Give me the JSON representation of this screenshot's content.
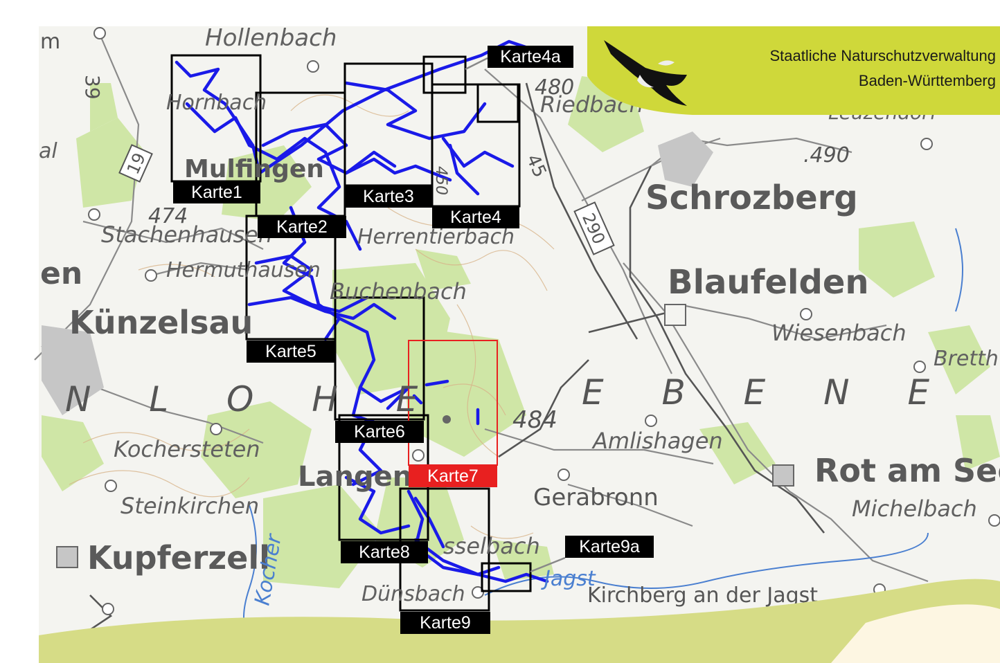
{
  "header": {
    "org_line1": "Staatliche Naturschutzverwaltung",
    "org_line2": "Baden-Württemberg",
    "logo_icon": "eagle-icon"
  },
  "colors": {
    "route": "#1a1ae8",
    "highlight": "#e82020",
    "forest": "#cfe6a6",
    "banner": "#cfd83a",
    "map_bg": "#f4f4f0"
  },
  "towns": {
    "hollenbach": "Hollenbach",
    "hornbach": "Hornbach",
    "mulfingen": "Mulfingen",
    "stachenhausen": "Stachenhausen",
    "hermuthausen": "Hermuthausen",
    "kunzelsau": "Künzelsau",
    "buchenbach": "Buchenbach",
    "herrentierbach": "Herrentierbach",
    "riedbach": "Riedbach",
    "leuzendorf": "Leuzendorf",
    "schrozberg": "Schrozberg",
    "blaufelden": "Blaufelden",
    "wiesenbach": "Wiesenbach",
    "brettheim": "Bretth",
    "amlishagen": "Amlishagen",
    "gerabronn": "Gerabronn",
    "rot_am_see": "Rot am See",
    "michelbach": "Michelbach",
    "kochersteten": "Kochersteten",
    "steinkirchen": "Steinkirchen",
    "kupferzell": "Kupferzell",
    "langenburg": "Langenbur",
    "dunsbach": "Dünsbach",
    "kirchberg": "Kirchberg an der Jagst",
    "hessenbach": "sselbach",
    "partial_left_1": "en",
    "partial_left_2": "al",
    "partial_left_3": "m"
  },
  "regions": {
    "hohenlohe": "N L O H E",
    "ebene": "E B E N E"
  },
  "rivers": {
    "kocher": "Kocher",
    "jagst": "Jagst"
  },
  "elevations": {
    "e480": "480",
    "e490": ".490",
    "e474": "474",
    "e484": "484",
    "e450": "450"
  },
  "roads": {
    "r19": "19",
    "r39": "39",
    "r290": "290",
    "r45": "45"
  },
  "maps": [
    {
      "id": "karte1",
      "label": "Karte1"
    },
    {
      "id": "karte2",
      "label": "Karte2"
    },
    {
      "id": "karte3",
      "label": "Karte3"
    },
    {
      "id": "karte4",
      "label": "Karte4"
    },
    {
      "id": "karte4a",
      "label": "Karte4a"
    },
    {
      "id": "karte5",
      "label": "Karte5"
    },
    {
      "id": "karte6",
      "label": "Karte6"
    },
    {
      "id": "karte7",
      "label": "Karte7",
      "highlighted": true
    },
    {
      "id": "karte8",
      "label": "Karte8"
    },
    {
      "id": "karte9",
      "label": "Karte9"
    },
    {
      "id": "karte9a",
      "label": "Karte9a"
    }
  ]
}
